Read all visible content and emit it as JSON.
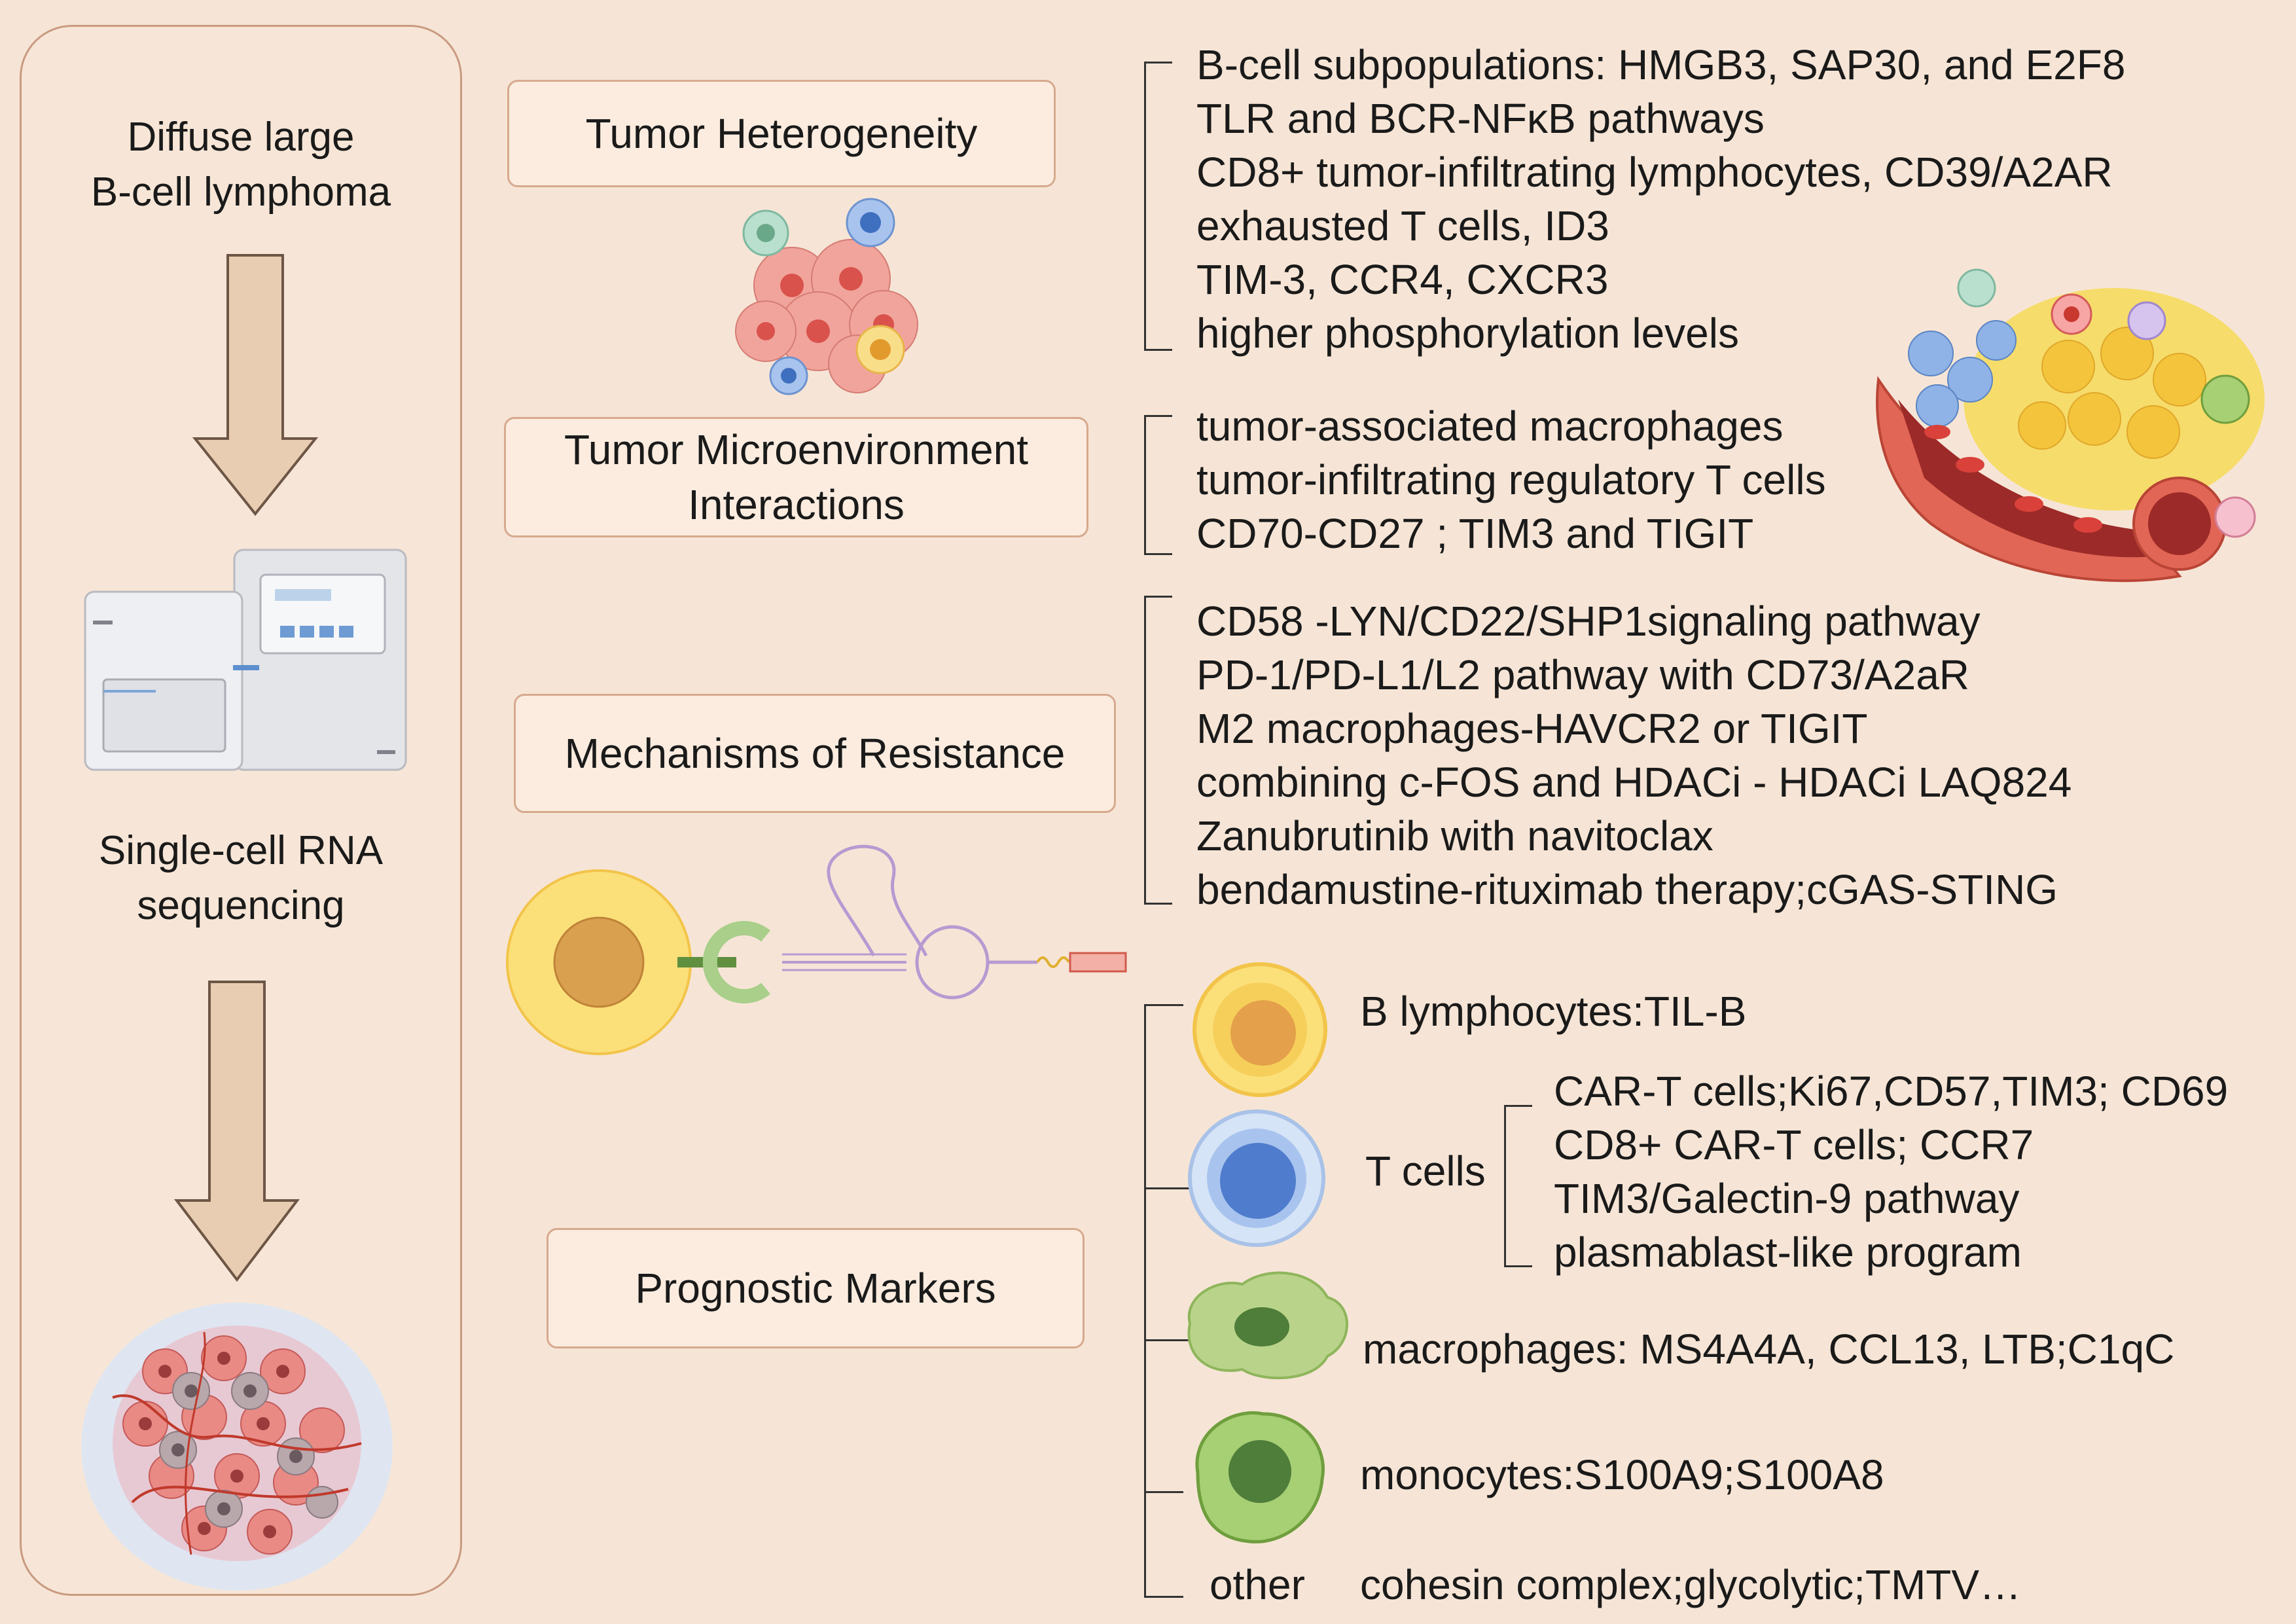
{
  "left_panel": {
    "title_line1": "Diffuse large",
    "title_line2": "B-cell lymphoma",
    "method_line1": "Single-cell RNA",
    "method_line2": "sequencing"
  },
  "categories": [
    {
      "label": "Tumor Heterogeneity"
    },
    {
      "label_line1": "Tumor Microenvironment",
      "label_line2": "Interactions"
    },
    {
      "label": "Mechanisms of Resistance"
    },
    {
      "label": "Prognostic Markers"
    }
  ],
  "heterogeneity_items": [
    "B-cell subpopulations: HMGB3, SAP30, and E2F8",
    "TLR and BCR-NFκB pathways",
    "CD8+ tumor-infiltrating lymphocytes, CD39/A2AR",
    "exhausted T cells, ID3",
    "TIM-3, CCR4, CXCR3",
    "higher phosphorylation levels"
  ],
  "microenvironment_items": [
    "tumor-associated macrophages",
    "tumor-infiltrating regulatory T cells",
    "CD70-CD27 ; TIM3 and TIGIT"
  ],
  "resistance_items": [
    "CD58 -LYN/CD22/SHP1signaling pathway",
    "PD-1/PD-L1/L2 pathway with CD73/A2aR",
    "M2 macrophages-HAVCR2 or TIGIT",
    "combining c-FOS and HDACi - HDACi LAQ824",
    "Zanubrutinib with navitoclax",
    "bendamustine-rituximab therapy;cGAS-STING"
  ],
  "prognostic": {
    "b_lymphocytes": "B lymphocytes:TIL-B",
    "t_cells_label": "T cells",
    "t_cell_items": [
      "CAR-T cells;Ki67,CD57,TIM3; CD69",
      "CD8+ CAR-T cells; CCR7",
      "TIM3/Galectin-9 pathway",
      "plasmablast-like program"
    ],
    "macrophages": "macrophages: MS4A4A, CCL13, LTB;C1qC",
    "monocytes": "monocytes:S100A9;S100A8",
    "other_label": "other",
    "other_items": "cohesin complex;glycolytic;TMTV…"
  },
  "colors": {
    "background": "#f6e5d6",
    "box_border": "#d7a98e",
    "arrow_fill": "#e8cdb2",
    "arrow_stroke": "#6e5646"
  }
}
